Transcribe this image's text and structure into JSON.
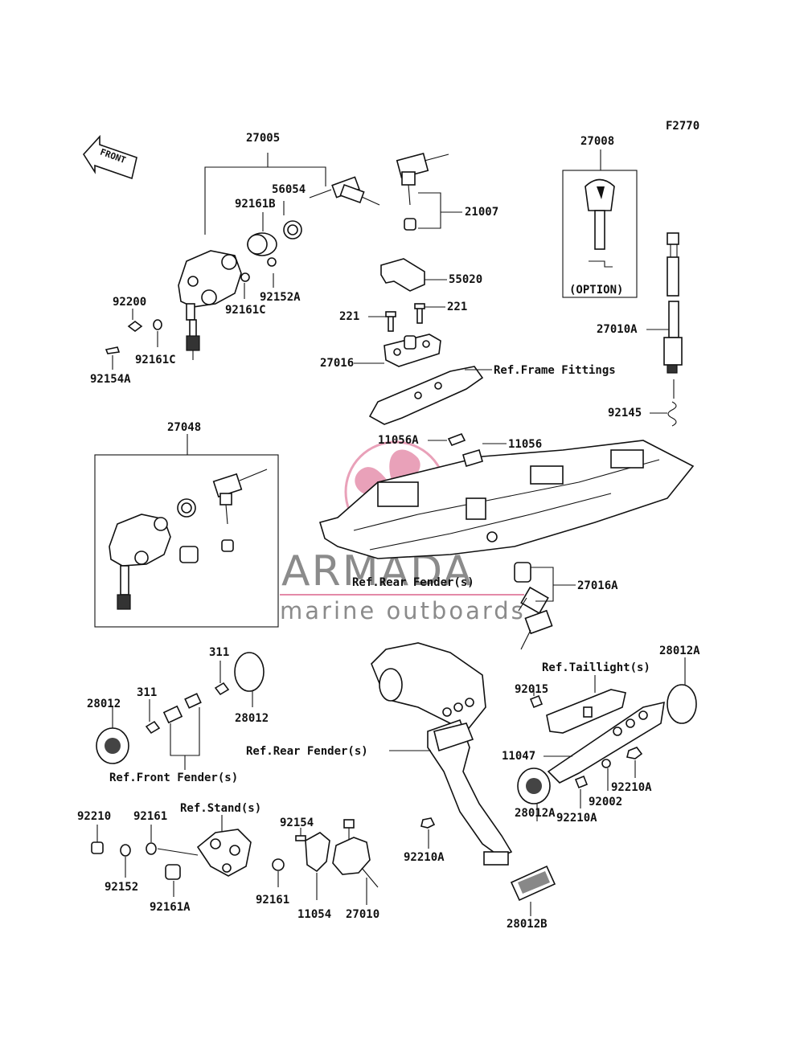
{
  "diagram_code": "F2770",
  "front_arrow": "FRONT",
  "option_label": "(OPTION)",
  "watermark": {
    "brand": "ARMADA",
    "tagline": "marine outboards",
    "logo_color": "#e48aa8"
  },
  "parts": {
    "p27005": "27005",
    "p56054": "56054",
    "p92161B": "92161B",
    "p92152A": "92152A",
    "p92161C_a": "92161C",
    "p92161C_b": "92161C",
    "p92200": "92200",
    "p92154A": "92154A",
    "p21007": "21007",
    "p27008": "27008",
    "p55020": "55020",
    "p221_a": "221",
    "p221_b": "221",
    "p27016": "27016",
    "p27010A": "27010A",
    "p92145": "92145",
    "p27048": "27048",
    "p11056A": "11056A",
    "p11056": "11056",
    "p27016A": "27016A",
    "p311_a": "311",
    "p311_b": "311",
    "p28012_a": "28012",
    "p28012_b": "28012",
    "p28012A_a": "28012A",
    "p28012A_b": "28012A",
    "p92015": "92015",
    "p11047": "11047",
    "p92210A_a": "92210A",
    "p92210A_b": "92210A",
    "p92210A_c": "92210A",
    "p92002": "92002",
    "p92210": "92210",
    "p92161_a": "92161",
    "p92161_b": "92161",
    "p92152": "92152",
    "p92161A": "92161A",
    "p92154": "92154",
    "p11054": "11054",
    "p27010": "27010",
    "p28012B": "28012B"
  },
  "refs": {
    "frame_fittings": "Ref.Frame Fittings",
    "rear_fender_a": "Ref.Rear Fender(s)",
    "rear_fender_b": "Ref.Rear Fender(s)",
    "taillight": "Ref.Taillight(s)",
    "front_fender": "Ref.Front Fender(s)",
    "stand": "Ref.Stand(s)"
  }
}
